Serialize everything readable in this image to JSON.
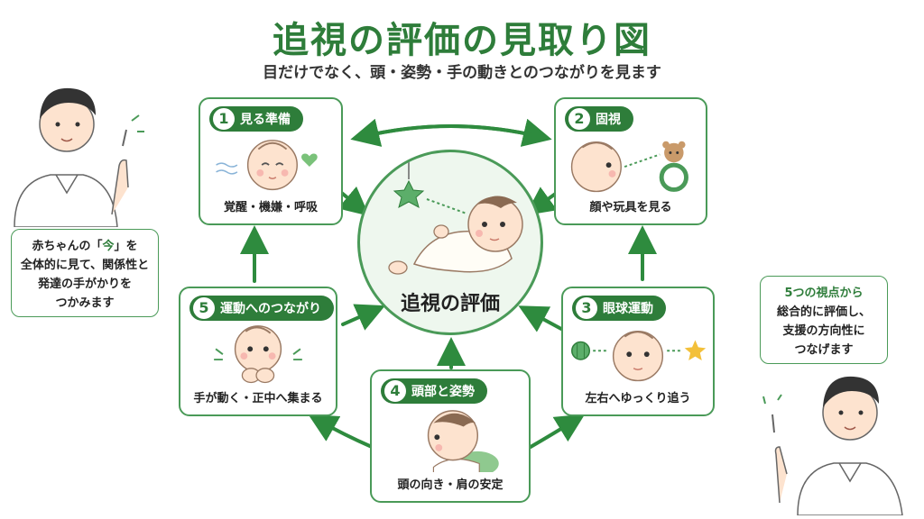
{
  "header": {
    "title": "追視の評価の見取り図",
    "subtitle": "目だけでなく、頭・姿勢・手の動きとのつながりを見ます"
  },
  "center": {
    "label": "追視の評価"
  },
  "cards": [
    {
      "num": "1",
      "label": "見る準備",
      "caption": "覚醒・機嫌・呼吸"
    },
    {
      "num": "2",
      "label": "固視",
      "caption": "顔や玩具を見る"
    },
    {
      "num": "3",
      "label": "眼球運動",
      "caption": "左右へゆっくり追う"
    },
    {
      "num": "4",
      "label": "頭部と姿勢",
      "caption": "頭の向き・肩の安定"
    },
    {
      "num": "5",
      "label": "運動へのつながり",
      "caption": "手が動く・正中へ集まる"
    }
  ],
  "bubble_left": {
    "line1_a": "赤ちゃんの「",
    "line1_hl": "今",
    "line1_b": "」を",
    "line2": "全体的に見て、関係性と",
    "line3": "発達の手がかりを",
    "line4": "つかみます"
  },
  "bubble_right": {
    "line1": "5つの視点から",
    "line2": "総合的に評価し、",
    "line3": "支援の方向性に",
    "line4": "つなげます"
  },
  "colors": {
    "accent": "#2e7d3a",
    "accent_light": "#eef7ee",
    "border": "#4a9a58"
  }
}
